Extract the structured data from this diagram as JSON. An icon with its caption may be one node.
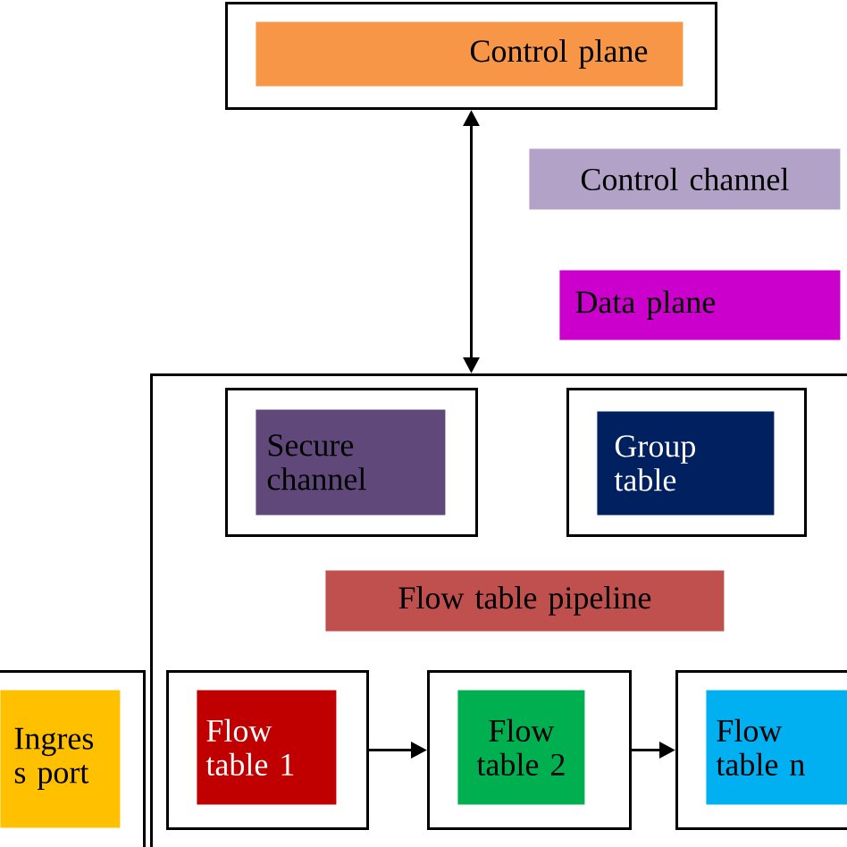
{
  "diagram": {
    "nodes": [
      {
        "text": [],
        "shape": "box"
      },
      {
        "text": [
          "Control plane"
        ],
        "in": 0
      },
      {
        "text": [
          "Control channel"
        ]
      },
      {
        "text": [
          "Data plane"
        ]
      },
      {
        "text": [],
        "shape": "box"
      },
      {
        "text": [],
        "shape": "box",
        "in": 4
      },
      {
        "text": [
          "Secure channel"
        ],
        "in": 5
      },
      {
        "text": [],
        "shape": "box",
        "in": 4
      },
      {
        "text": [
          "Group table"
        ],
        "in": 7
      },
      {
        "text": [
          "Flow table pipeline"
        ],
        "in": 4
      },
      {
        "text": [],
        "shape": "box"
      },
      {
        "text": [
          "Ingres s port"
        ],
        "in": 10
      },
      {
        "text": [],
        "shape": "box",
        "in": 4
      },
      {
        "text": [
          "Flow table 1"
        ],
        "in": 12
      },
      {
        "text": [],
        "shape": "box",
        "in": 4
      },
      {
        "text": [
          "Flow table 2"
        ],
        "in": 14
      },
      {
        "text": [],
        "shape": "box",
        "in": 4
      },
      {
        "text": [
          "Flow table n"
        ],
        "in": 16
      }
    ],
    "edges": [
      {
        "from": 0,
        "to": 4,
        "arrow": "both"
      },
      {
        "from": 12,
        "to": 14,
        "arrow": "to"
      },
      {
        "from": 14,
        "to": 16,
        "arrow": "to"
      }
    ]
  }
}
